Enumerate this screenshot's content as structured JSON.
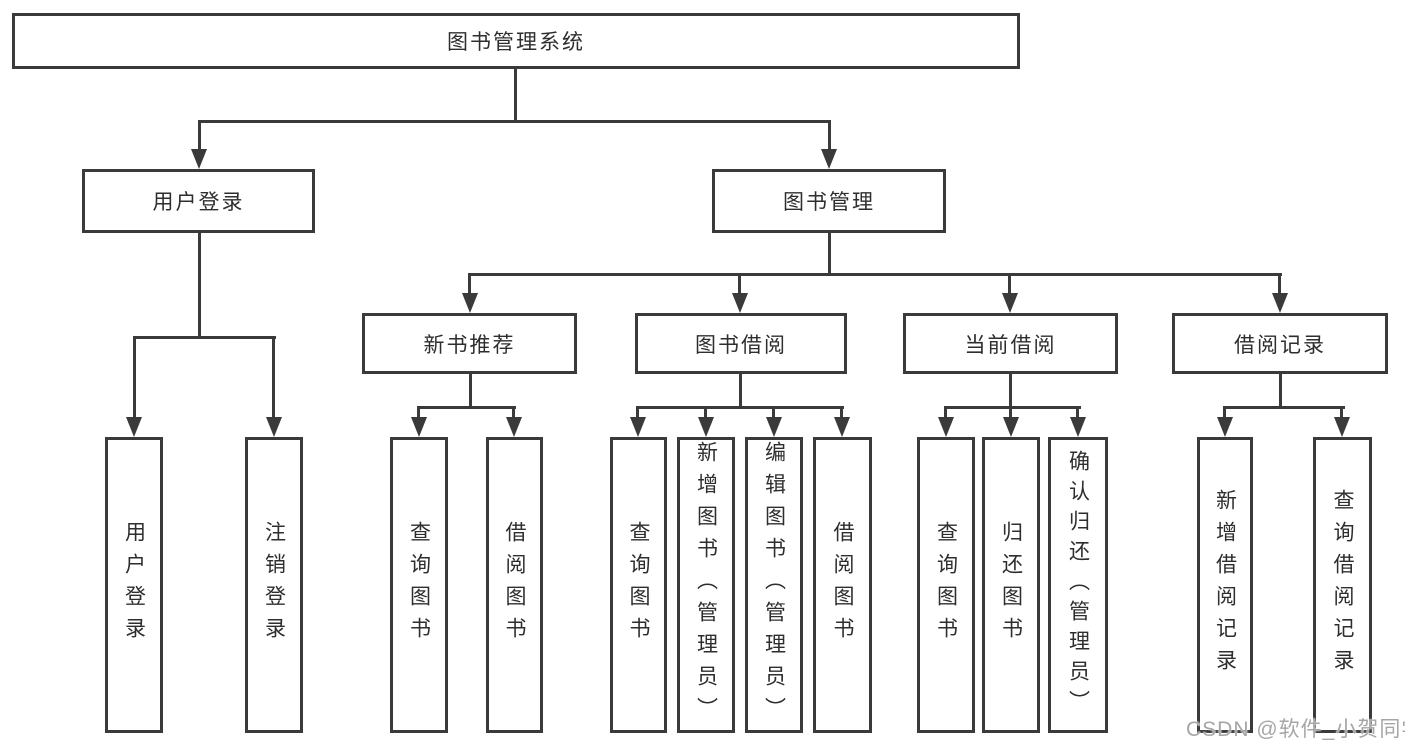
{
  "diagram": {
    "root": {
      "label": "图书管理系统"
    },
    "branches": [
      {
        "label": "用户登录",
        "children": [
          {
            "label": "用户登录"
          },
          {
            "label": "注销登录"
          }
        ]
      },
      {
        "label": "图书管理",
        "children": [
          {
            "label": "新书推荐",
            "children": [
              {
                "label": "查询图书"
              },
              {
                "label": "借阅图书"
              }
            ]
          },
          {
            "label": "图书借阅",
            "children": [
              {
                "label": "查询图书"
              },
              {
                "label": "新增图书（管理员）"
              },
              {
                "label": "编辑图书（管理员）"
              },
              {
                "label": "借阅图书"
              }
            ]
          },
          {
            "label": "当前借阅",
            "children": [
              {
                "label": "查询图书"
              },
              {
                "label": "归还图书"
              },
              {
                "label": "确认归还（管理员）"
              }
            ]
          },
          {
            "label": "借阅记录",
            "children": [
              {
                "label": "新增借阅记录"
              },
              {
                "label": "查询借阅记录"
              }
            ]
          }
        ]
      }
    ]
  },
  "watermark": {
    "text": "CSDN @软件_小贺同学"
  },
  "colors": {
    "line": "#3a3a3a",
    "text": "#2e2e2e",
    "background": "#ffffff",
    "watermark": "#a6a6a6"
  }
}
